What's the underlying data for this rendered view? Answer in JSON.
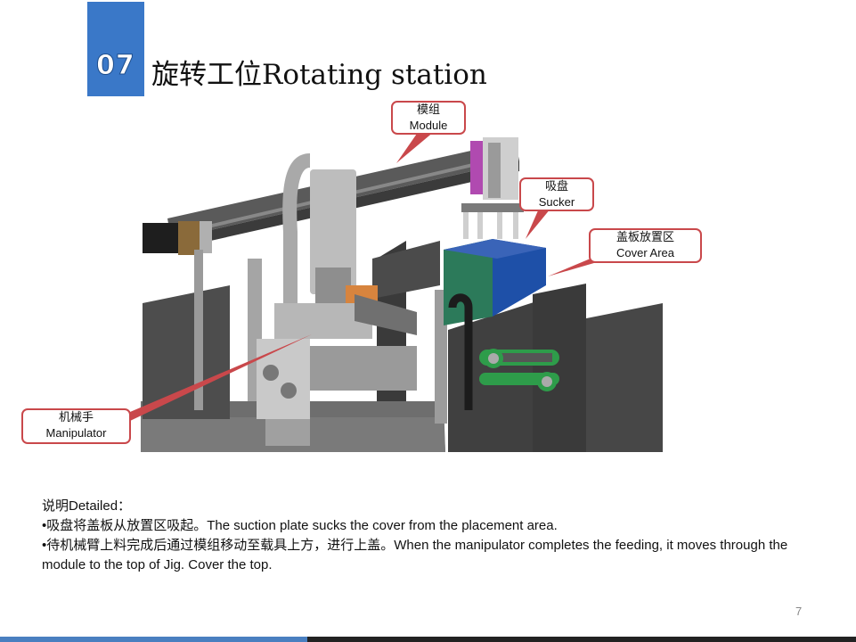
{
  "header": {
    "number": "07",
    "title": "旋转工位Rotating station"
  },
  "callouts": {
    "module": {
      "cn": "模组",
      "en": "Module"
    },
    "sucker": {
      "cn": "吸盘",
      "en": "Sucker"
    },
    "cover_area": {
      "cn": "盖板放置区",
      "en": "Cover Area"
    },
    "manipulator": {
      "cn": "机械手",
      "en": "Manipulator"
    }
  },
  "description": {
    "heading": "说明Detailed：",
    "item1": "•吸盘将盖板从放置区吸起。The suction plate sucks the cover from the placement area.",
    "item2": "•待机械臂上料完成后通过模组移动至载具上方，进行上盖。When the manipulator completes the feeding, it moves through the module to the top of Jig. Cover the top."
  },
  "footer": {
    "page_number": "7"
  },
  "colors": {
    "accent_blue": "#3a78c8",
    "callout_border": "#c9484b",
    "bottom_bar_dark": "#222222"
  }
}
